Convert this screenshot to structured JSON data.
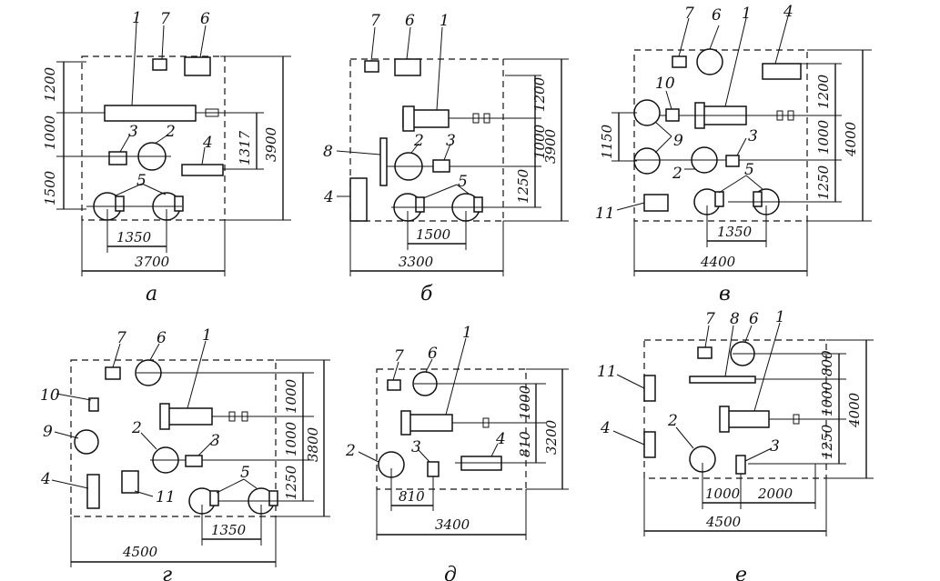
{
  "panels": [
    {
      "caption": "а",
      "dims": [
        "1200",
        "1000",
        "1500",
        "1317",
        "3900",
        "1350",
        "3700"
      ],
      "labels": [
        "1",
        "7",
        "6",
        "3",
        "2",
        "4",
        "5"
      ]
    },
    {
      "caption": "б",
      "dims": [
        "1200",
        "1000",
        "1250",
        "3900",
        "1500",
        "3300"
      ],
      "labels": [
        "7",
        "6",
        "1",
        "8",
        "2",
        "3",
        "4",
        "5"
      ]
    },
    {
      "caption": "в",
      "dims": [
        "1150",
        "1200",
        "1000",
        "1250",
        "4000",
        "1350",
        "4400"
      ],
      "labels": [
        "7",
        "6",
        "1",
        "4",
        "10",
        "9",
        "2",
        "3",
        "5",
        "11"
      ]
    },
    {
      "caption": "г",
      "dims": [
        "1000",
        "1000",
        "1250",
        "3800",
        "1350",
        "4500"
      ],
      "labels": [
        "7",
        "6",
        "1",
        "10",
        "9",
        "2",
        "3",
        "4",
        "11",
        "5"
      ]
    },
    {
      "caption": "д",
      "dims": [
        "1000",
        "810",
        "3200",
        "810",
        "3400"
      ],
      "labels": [
        "7",
        "6",
        "1",
        "2",
        "3",
        "4"
      ]
    },
    {
      "caption": "е",
      "dims": [
        "800",
        "1000",
        "1250",
        "4000",
        "1000",
        "2000",
        "4500"
      ],
      "labels": [
        "7",
        "8",
        "6",
        "1",
        "11",
        "4",
        "2",
        "3"
      ]
    }
  ]
}
